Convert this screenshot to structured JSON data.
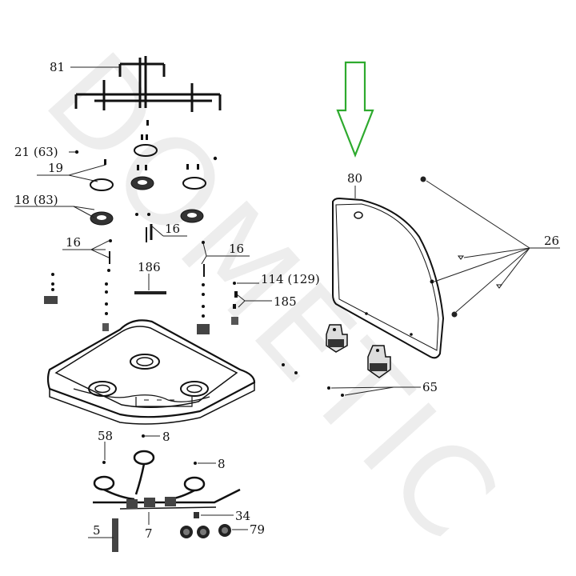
{
  "watermark": "DOMETIC",
  "labels": {
    "l81": "81",
    "l21": "21 (63)",
    "l19": "19",
    "l18": "18 (83)",
    "l16a": "16",
    "l16b": "16",
    "l16c": "16",
    "l186": "186",
    "l114": "114 (129)",
    "l185": "185",
    "l80": "80",
    "l26": "26",
    "l65": "65",
    "l58": "58",
    "l8a": "8",
    "l8b": "8",
    "l34": "34",
    "l5": "5",
    "l7": "7",
    "l79": "79"
  },
  "colors": {
    "arrow": "#2eaa2e",
    "ink": "#111111",
    "watermark": "#ededed"
  },
  "icons": {
    "indicator": "green-down-arrow-icon"
  }
}
